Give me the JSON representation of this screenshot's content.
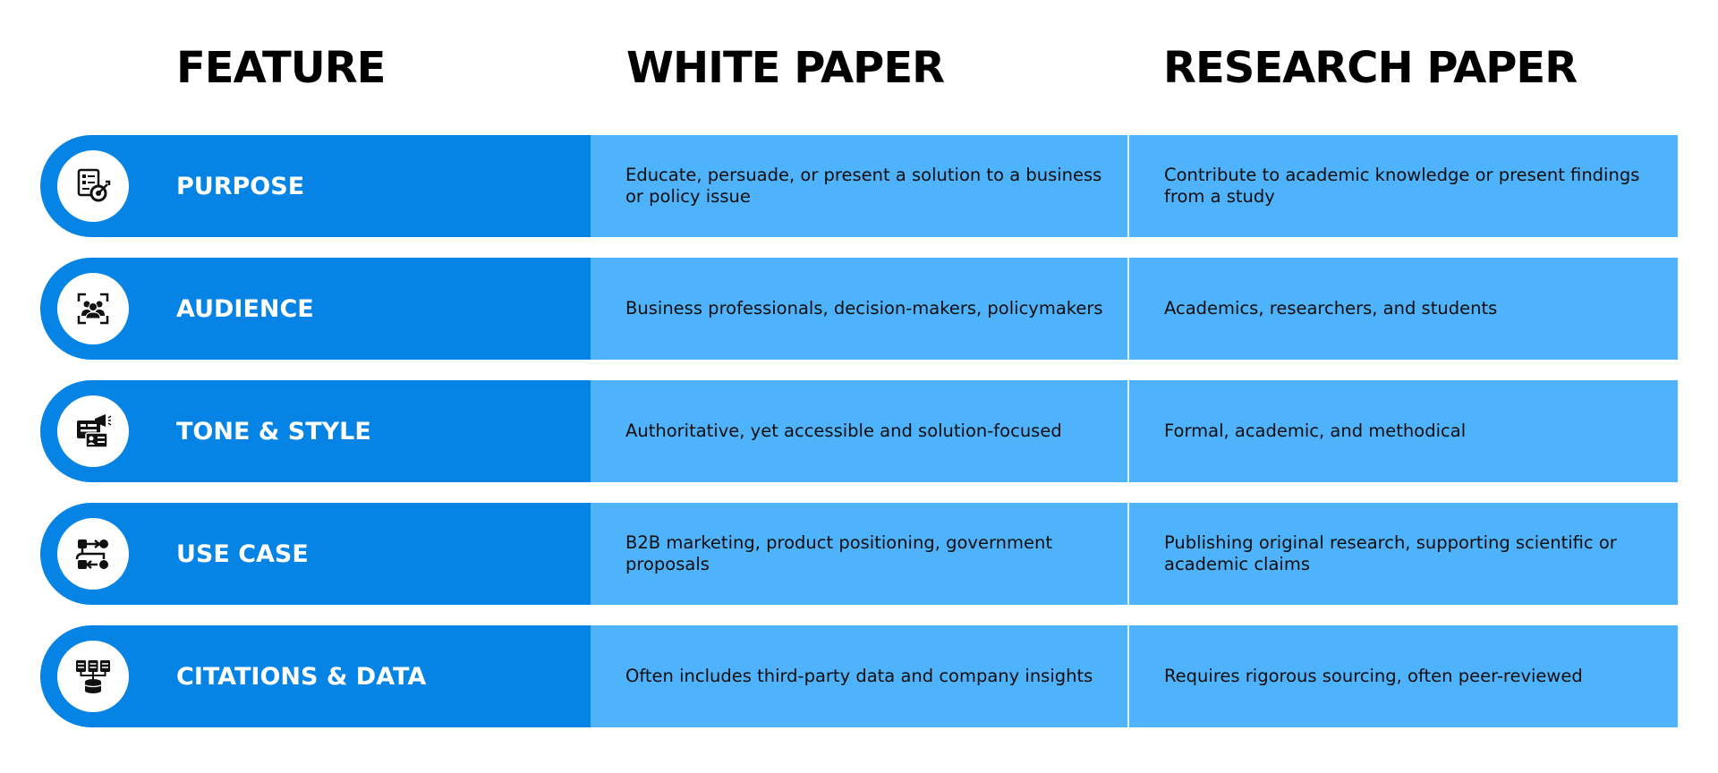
{
  "headers": {
    "feature": "FEATURE",
    "white_paper": "WHITE PAPER",
    "research_paper": "RESEARCH PAPER"
  },
  "colors": {
    "feature_blue": "#0584e6",
    "cell_blue": "#4fb3fc"
  },
  "rows": [
    {
      "icon": "checklist-target-icon",
      "feature": "PURPOSE",
      "white_paper": "Educate, persuade, or present a solution to a business or policy issue",
      "research_paper": "Contribute to academic knowledge or present findings from a study"
    },
    {
      "icon": "audience-group-icon",
      "feature": "AUDIENCE",
      "white_paper": "Business professionals, decision-makers, policymakers",
      "research_paper": "Academics, researchers, and students"
    },
    {
      "icon": "megaphone-id-card-icon",
      "feature": "TONE & STYLE",
      "white_paper": "Authoritative, yet accessible and solution-focused",
      "research_paper": "Formal, academic, and methodical"
    },
    {
      "icon": "workflow-icon",
      "feature": "USE CASE",
      "white_paper": "B2B marketing, product positioning, government proposals",
      "research_paper": "Publishing original research, supporting scientific or academic claims"
    },
    {
      "icon": "database-network-icon",
      "feature": "CITATIONS & DATA",
      "white_paper": "Often includes third-party data and company insights",
      "research_paper": "Requires rigorous sourcing, often peer-reviewed"
    }
  ]
}
